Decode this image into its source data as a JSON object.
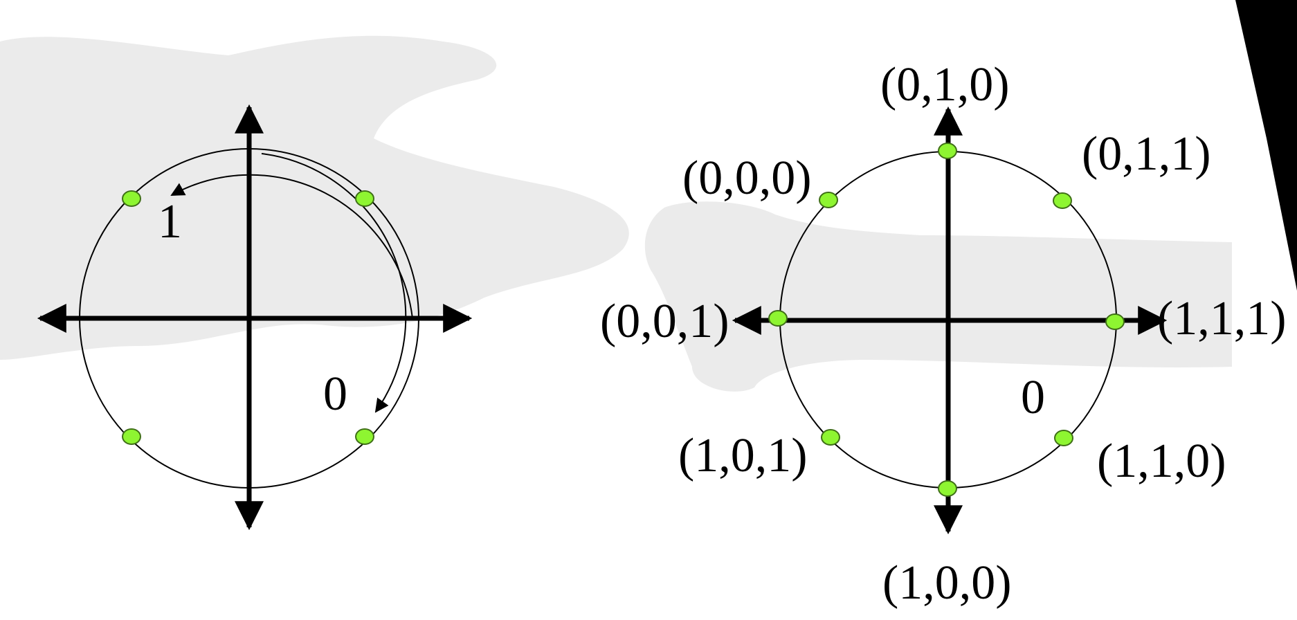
{
  "colors": {
    "background": "#ffffff",
    "hand_tone": "#e9e9e9",
    "line": "#000000",
    "point_fill": "#8ef531",
    "point_stroke": "#3f6f17"
  },
  "left_diagram": {
    "label_one": "1",
    "label_zero": "0"
  },
  "right_diagram": {
    "labels": {
      "top": "(0,1,0)",
      "upper_right": "(0,1,1)",
      "upper_left": "(0,0,0)",
      "left": "(0,0,1)",
      "right": "(1,1,1)",
      "lower_left": "(1,0,1)",
      "lower_right": "(1,1,0)",
      "bottom": "(1,0,0)",
      "zero": "0"
    }
  }
}
